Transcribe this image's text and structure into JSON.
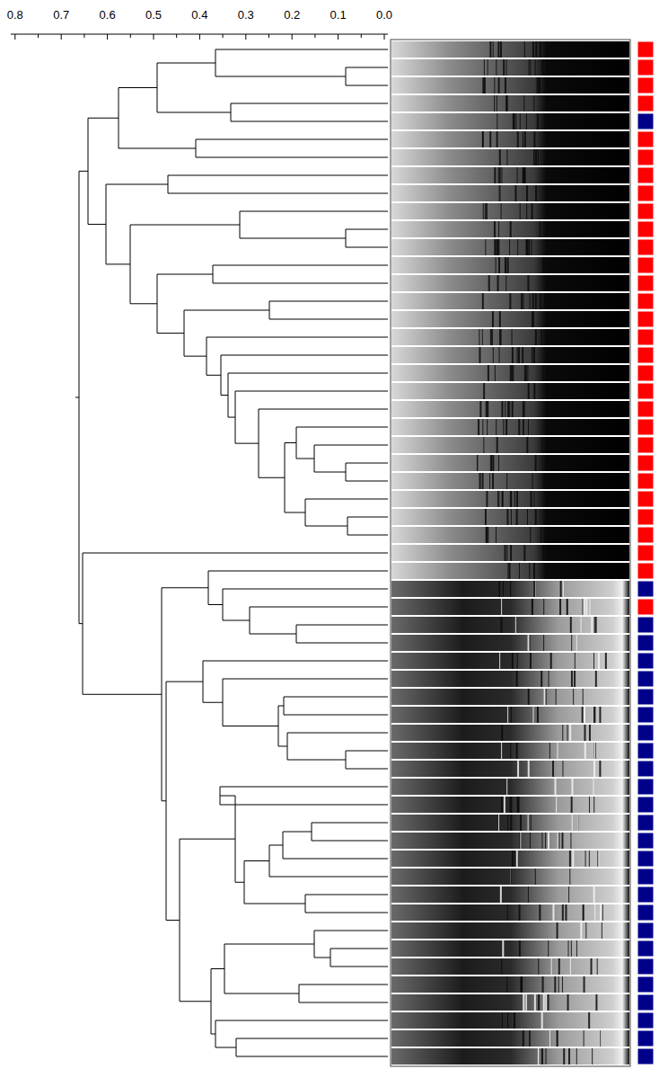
{
  "diagram": {
    "labels": [
      "0.8",
      "0.7",
      "0.6",
      "0.5",
      "0.4",
      "0.3",
      "0.2",
      "0.1",
      "0.0"
    ]
  }
}
